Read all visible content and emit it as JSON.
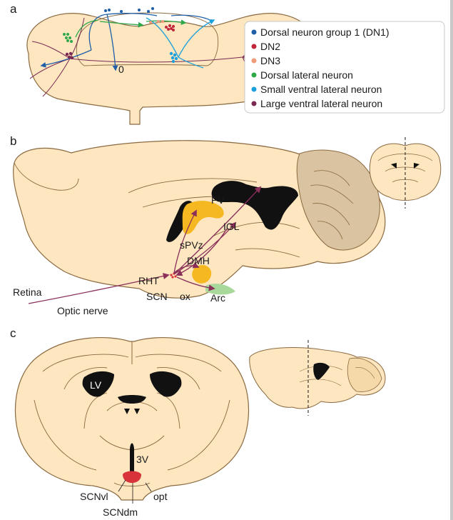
{
  "panels": {
    "a": {
      "letter": "a",
      "center_mark": "0"
    },
    "b": {
      "letter": "b"
    },
    "c": {
      "letter": "c"
    }
  },
  "legend": {
    "items": [
      {
        "label": "Dorsal neuron group 1 (DN1)",
        "color": "#1e5fa8"
      },
      {
        "label": "DN2",
        "color": "#c0263a"
      },
      {
        "label": "DN3",
        "color": "#f09a7a"
      },
      {
        "label": "Dorsal lateral neuron",
        "color": "#2fa84a"
      },
      {
        "label": "Small ventral lateral neuron",
        "color": "#1ba0dc"
      },
      {
        "label": "Large ventral lateral neuron",
        "color": "#7a2a52"
      }
    ]
  },
  "sagittal_labels": {
    "pv": "PV",
    "spvz": "sPVz",
    "igl": "IGL",
    "dmh": "DMH",
    "rht": "RHT",
    "retina": "Retina",
    "scn": "SCN",
    "ox": "ox",
    "arc": "Arc",
    "optic_nerve": "Optic nerve"
  },
  "coronal_labels": {
    "lv": "LV",
    "v3": "3V",
    "scnvl": "SCNvl",
    "opt": "opt",
    "scndm": "SCNdm"
  },
  "colors": {
    "tissue": "#fde6c0",
    "tissue_edge": "#8a6a40",
    "cerebellum": "#d9c3a0",
    "nucleus": "#f5b820",
    "ventricle": "#111111",
    "pathway": "#8a2f5a",
    "scn_red": "#d8323a",
    "green_region": "#a8d89a"
  }
}
